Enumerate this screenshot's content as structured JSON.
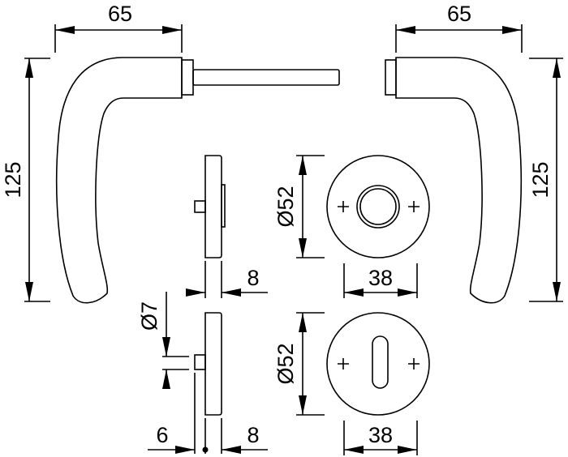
{
  "drawing": {
    "left_handle": {
      "width_label": "65",
      "height_label": "125"
    },
    "right_handle": {
      "width_label": "65",
      "height_label": "125"
    },
    "round_rose": {
      "diameter_label": "Ø52",
      "width_label": "38",
      "thickness_label": "8"
    },
    "key_escutcheon": {
      "diameter_label": "Ø52",
      "width_label": "38",
      "thickness_label": "8",
      "pin_diameter_label": "Ø7",
      "pin_length_label": "6"
    },
    "line_color": "#000000"
  }
}
